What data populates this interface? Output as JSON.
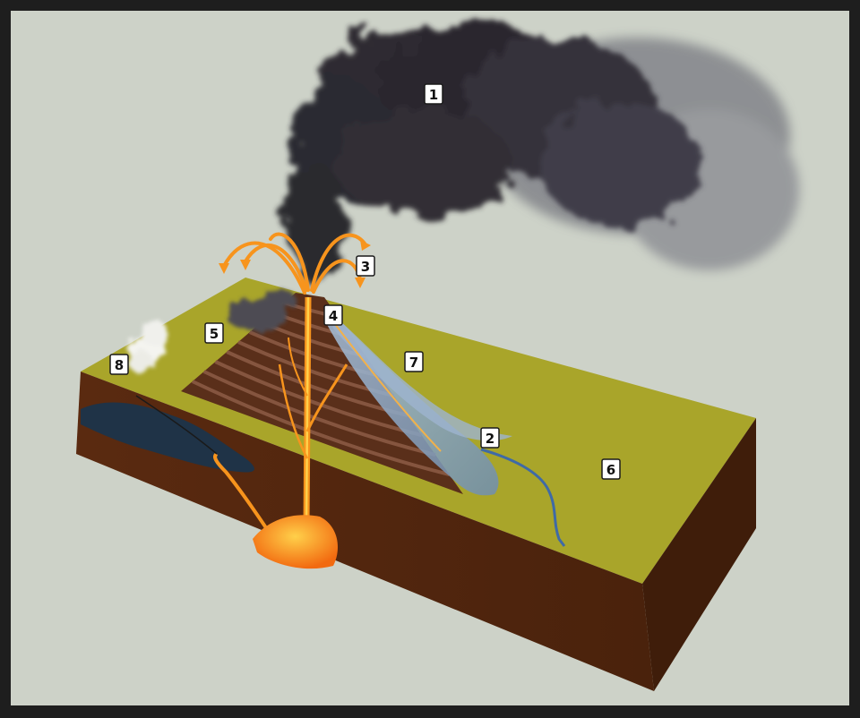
{
  "diagram": {
    "callouts": [
      {
        "id": "1",
        "label": "1"
      },
      {
        "id": "2",
        "label": "2"
      },
      {
        "id": "3",
        "label": "3"
      },
      {
        "id": "4",
        "label": "4"
      },
      {
        "id": "5",
        "label": "5"
      },
      {
        "id": "6",
        "label": "6"
      },
      {
        "id": "7",
        "label": "7"
      },
      {
        "id": "8",
        "label": "8"
      }
    ]
  },
  "colors": {
    "background": "#cdd2c8",
    "ground_surface": "#a9a52a",
    "soil": "#5b2c12",
    "magma": "#f7941d",
    "ash_cloud": "#2f2d33",
    "water": "#8fa9c4",
    "groundwater": "#1f3347"
  }
}
